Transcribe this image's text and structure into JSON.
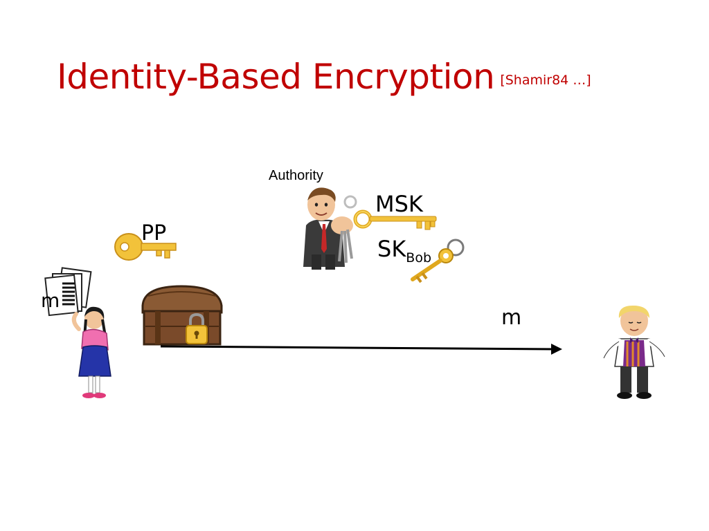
{
  "slide": {
    "title": "Identity-Based Encryption",
    "citation": "[Shamir84 …]"
  },
  "labels": {
    "authority": "Authority",
    "master_secret_key": "MSK",
    "secret_key": "SK",
    "secret_key_subscript": "Bob",
    "public_params": "PP",
    "message_sender": "m",
    "message_received": "m"
  },
  "colors": {
    "title": "#c00000",
    "key_gold": "#f2c23a",
    "chest_brown": "#7a4a2a",
    "arrow": "#000000"
  },
  "icons": [
    "key-icon",
    "chest-icon",
    "padlock-icon",
    "documents-icon",
    "alice-figure",
    "bob-figure",
    "authority-figure"
  ]
}
